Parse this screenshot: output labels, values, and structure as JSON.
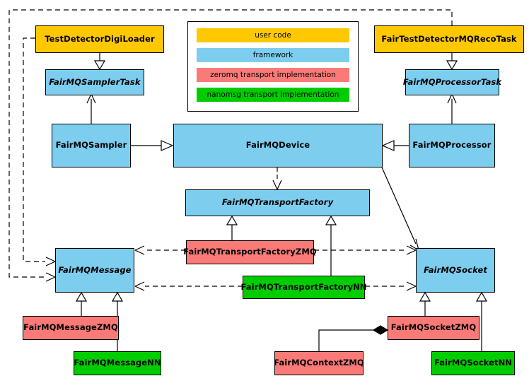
{
  "diagram": {
    "title": "FairMQ class hierarchy",
    "type": "uml-class-diagram",
    "background": "#FFFFFF"
  },
  "palette": {
    "user_code": "#FFC800",
    "framework": "#7DCDEF",
    "zeromq": "#FA7A78",
    "nanomsg": "#00CC00",
    "stroke": "#000000"
  },
  "legend": {
    "name": "legend-box",
    "items": [
      {
        "label": "user code",
        "color_key": "user_code",
        "color": "#FFC800"
      },
      {
        "label": "framework",
        "color_key": "framework",
        "color": "#7DCDEF"
      },
      {
        "label": "zeromq transport implementation",
        "color_key": "zeromq",
        "color": "#FA7A78"
      },
      {
        "label": "nanomsg transport implementation",
        "color_key": "nanomsg",
        "color": "#00CC00"
      }
    ]
  },
  "nodes": {
    "test_detector_digi_loader": {
      "label": "TestDetectorDigiLoader",
      "category": "user code",
      "abstract": false
    },
    "fair_mq_sampler_task": {
      "label": "FairMQSamplerTask",
      "category": "framework",
      "abstract": true
    },
    "fair_mq_sampler": {
      "label": "FairMQSampler",
      "category": "framework",
      "abstract": false
    },
    "fair_mq_device": {
      "label": "FairMQDevice",
      "category": "framework",
      "abstract": false
    },
    "fair_mq_processor": {
      "label": "FairMQProcessor",
      "category": "framework",
      "abstract": false
    },
    "fair_mq_processor_task": {
      "label": "FairMQProcessorTask",
      "category": "framework",
      "abstract": true
    },
    "fair_test_detector_mq_reco_task": {
      "label": "FairTestDetectorMQRecoTask",
      "category": "user code",
      "abstract": false
    },
    "fair_mq_transport_factory": {
      "label": "FairMQTransportFactory",
      "category": "framework",
      "abstract": true
    },
    "fair_mq_transport_factory_zmq": {
      "label": "FairMQTransportFactoryZMQ",
      "category": "zeromq",
      "abstract": false
    },
    "fair_mq_transport_factory_nn": {
      "label": "FairMQTransportFactoryNN",
      "category": "nanomsg",
      "abstract": false
    },
    "fair_mq_message": {
      "label": "FairMQMessage",
      "category": "framework",
      "abstract": true
    },
    "fair_mq_socket": {
      "label": "FairMQSocket",
      "category": "framework",
      "abstract": true
    },
    "fair_mq_message_zmq": {
      "label": "FairMQMessageZMQ",
      "category": "zeromq",
      "abstract": false
    },
    "fair_mq_message_nn": {
      "label": "FairMQMessageNN",
      "category": "nanomsg",
      "abstract": false
    },
    "fair_mq_socket_zmq": {
      "label": "FairMQSocketZMQ",
      "category": "zeromq",
      "abstract": false
    },
    "fair_mq_socket_nn": {
      "label": "FairMQSocketNN",
      "category": "nanomsg",
      "abstract": false
    },
    "fair_mq_context_zmq": {
      "label": "FairMQContextZMQ",
      "category": "zeromq",
      "abstract": false
    }
  },
  "edges": [
    {
      "from": "test_detector_digi_loader",
      "to": "fair_mq_sampler_task",
      "kind": "generalization"
    },
    {
      "from": "fair_mq_sampler",
      "to": "fair_mq_sampler_task",
      "kind": "association"
    },
    {
      "from": "fair_mq_sampler",
      "to": "fair_mq_device",
      "kind": "generalization"
    },
    {
      "from": "fair_mq_processor",
      "to": "fair_mq_device",
      "kind": "generalization"
    },
    {
      "from": "fair_test_detector_mq_reco_task",
      "to": "fair_mq_processor_task",
      "kind": "generalization"
    },
    {
      "from": "fair_mq_processor",
      "to": "fair_mq_processor_task",
      "kind": "association"
    },
    {
      "from": "fair_mq_device",
      "to": "fair_mq_transport_factory",
      "kind": "dependency"
    },
    {
      "from": "fair_mq_device",
      "to": "fair_mq_socket",
      "kind": "association"
    },
    {
      "from": "fair_mq_transport_factory_zmq",
      "to": "fair_mq_transport_factory",
      "kind": "generalization"
    },
    {
      "from": "fair_mq_transport_factory_nn",
      "to": "fair_mq_transport_factory",
      "kind": "generalization"
    },
    {
      "from": "fair_mq_transport_factory_zmq",
      "to": "fair_mq_message",
      "kind": "dependency"
    },
    {
      "from": "fair_mq_transport_factory_zmq",
      "to": "fair_mq_socket",
      "kind": "dependency"
    },
    {
      "from": "fair_mq_transport_factory_nn",
      "to": "fair_mq_message",
      "kind": "dependency"
    },
    {
      "from": "fair_mq_transport_factory_nn",
      "to": "fair_mq_socket",
      "kind": "dependency"
    },
    {
      "from": "test_detector_digi_loader",
      "to": "fair_mq_message",
      "kind": "dependency"
    },
    {
      "from": "fair_test_detector_mq_reco_task",
      "to": "fair_mq_message",
      "kind": "dependency"
    },
    {
      "from": "fair_mq_message_zmq",
      "to": "fair_mq_message",
      "kind": "generalization"
    },
    {
      "from": "fair_mq_message_nn",
      "to": "fair_mq_message",
      "kind": "generalization"
    },
    {
      "from": "fair_mq_socket_zmq",
      "to": "fair_mq_socket",
      "kind": "generalization"
    },
    {
      "from": "fair_mq_socket_nn",
      "to": "fair_mq_socket",
      "kind": "generalization"
    },
    {
      "from": "fair_mq_context_zmq",
      "to": "fair_mq_socket_zmq",
      "kind": "composition"
    }
  ]
}
